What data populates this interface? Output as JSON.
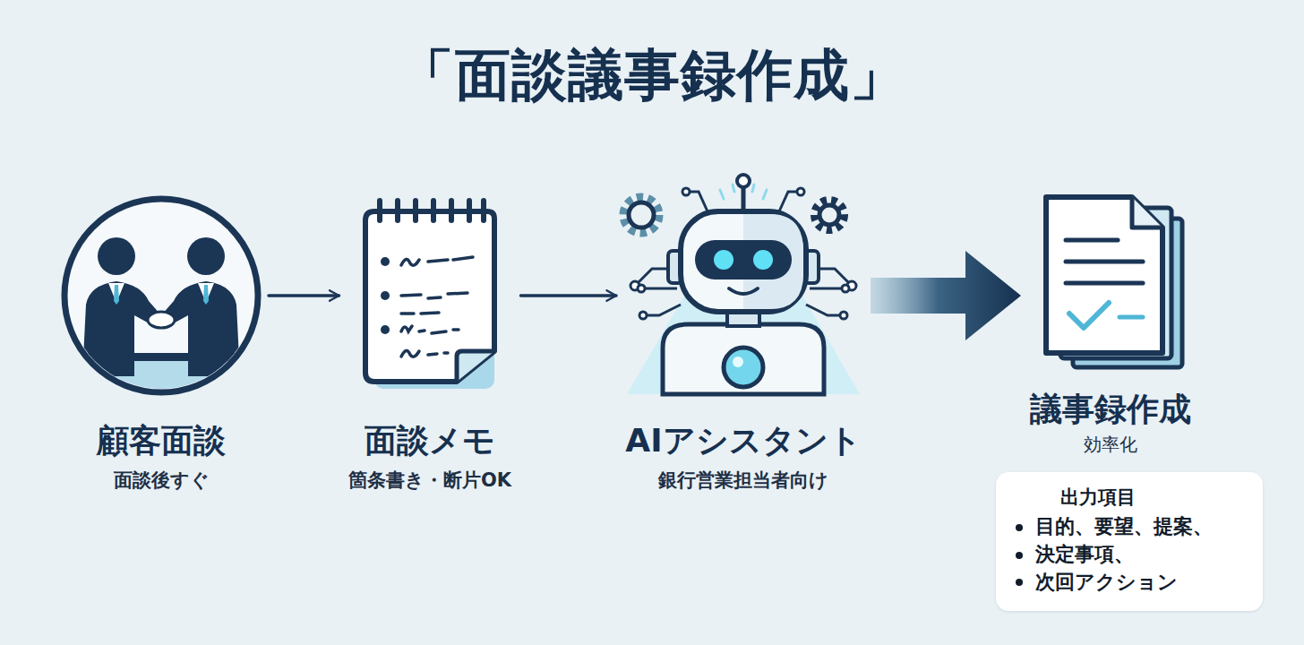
{
  "diagram": {
    "title": "「面談議事録作成」",
    "nodes": [
      {
        "text": [
          "顧客面談",
          "面談後すぐ"
        ]
      },
      {
        "text": [
          "面談メモ",
          "箇条書き・断片OK"
        ]
      },
      {
        "text": [
          "AIアシスタント",
          "銀行営業担当者向け"
        ]
      },
      {
        "text": [
          "議事録作成",
          "効率化"
        ]
      },
      {
        "text": [
          "出力項目",
          "目的、要望、提案、",
          "決定事項、",
          "次回アクション"
        ]
      }
    ],
    "edges": [
      {
        "from": 0,
        "to": 1,
        "arrow": "to"
      },
      {
        "from": 1,
        "to": 2,
        "arrow": "to"
      },
      {
        "from": 2,
        "to": 3,
        "arrow": "to"
      }
    ]
  }
}
